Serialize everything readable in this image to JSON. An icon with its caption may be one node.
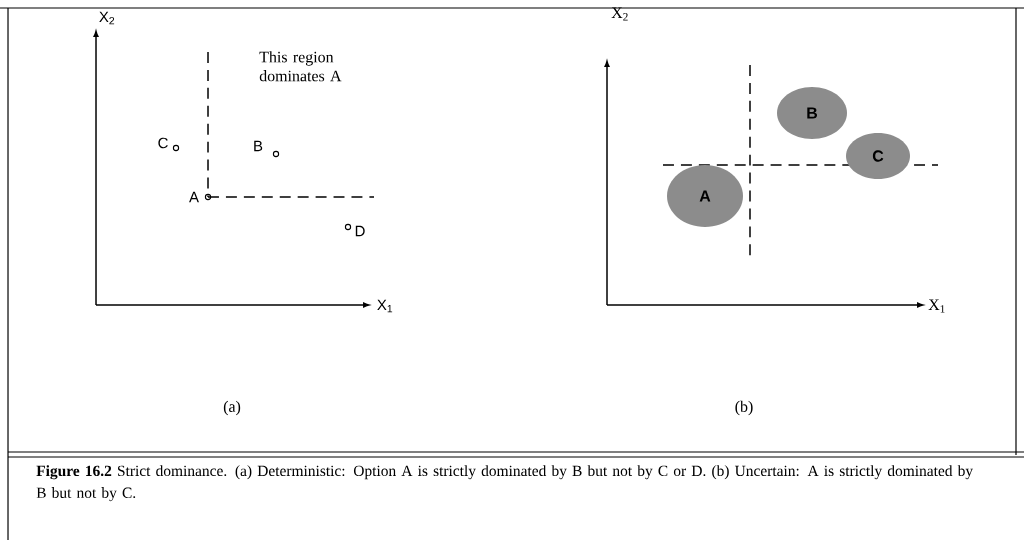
{
  "diagram": {
    "caption": "**Figure 16.2**   Strict dominance. (a) Deterministic: Option A is strictly dominated by B but not by C or D. (b) Uncertain: A is strictly dominated by B but not by C.",
    "nodes": [
      {
        "text": [
          "B"
        ]
      },
      {
        "text": [
          "C"
        ]
      },
      {
        "text": [
          "A"
        ]
      }
    ],
    "edges": [],
    "labels": [
      "X$_{2}$",
      "This region dominates A",
      "C",
      "B",
      "A",
      "D",
      "X$_{1}$",
      "(a)",
      "X$_{2}$",
      "X$_{1}$",
      "(b)"
    ]
  }
}
